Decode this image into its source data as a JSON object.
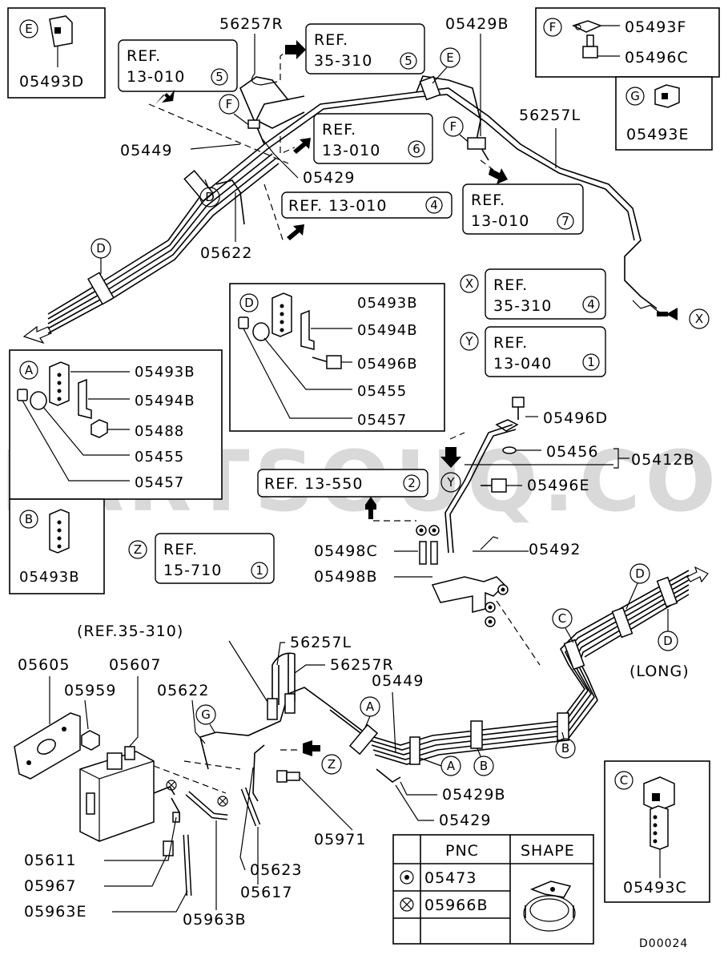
{
  "watermark": "PARTSOUQ.COM",
  "diagram_code": "D00024",
  "part_labels": {
    "l56257R": "56257R",
    "l05429B_top": "05429B",
    "l05493F": "05493F",
    "l05496C": "05496C",
    "l05493E": "05493E",
    "l56257L_top": "56257L",
    "l05493D": "05493D",
    "l05449_top": "05449",
    "l05429_top": "05429",
    "l05622_top": "05622",
    "l05493B_d": "05493B",
    "l05494B_d": "05494B",
    "l05496B": "05496B",
    "l05455_d": "05455",
    "l05457_d": "05457",
    "l05493B_a": "05493B",
    "l05494B_a": "05494B",
    "l05488": "05488",
    "l05455_a": "05455",
    "l05457_a": "05457",
    "l05493B_b": "05493B",
    "l05496D": "05496D",
    "l05456": "05456",
    "l05412B": "05412B",
    "l05496E": "05496E",
    "l05492": "05492",
    "l05498C": "05498C",
    "l05498B": "05498B",
    "l56257L_bot": "56257L",
    "l56257R_bot": "56257R",
    "l05449_bot": "05449",
    "l05605": "05605",
    "l05607": "05607",
    "l05959": "05959",
    "l05622_bot": "05622",
    "l05429B_bot": "05429B",
    "l05429_bot": "05429",
    "l05971": "05971",
    "l05611": "05611",
    "l05623": "05623",
    "l05967": "05967",
    "l05617": "05617",
    "l05963E": "05963E",
    "l05963B": "05963B",
    "l05493C": "05493C",
    "long": "(LONG)",
    "ref_35_310_paren": "(REF.35-310)"
  },
  "references": {
    "r13_010_5_l1": "REF.",
    "r13_010_5_l2": "13-010",
    "r13_010_5_n": "5",
    "r35_310_5_l1": "REF.",
    "r35_310_5_l2": "35-310",
    "r35_310_5_n": "5",
    "r13_010_6_l1": "REF.",
    "r13_010_6_l2": "13-010",
    "r13_010_6_n": "6",
    "r13_010_4_l1": "REF. 13-010",
    "r13_010_4_n": "4",
    "r13_010_7_l1": "REF.",
    "r13_010_7_l2": "13-010",
    "r13_010_7_n": "7",
    "r35_310_4_l1": "REF.",
    "r35_310_4_l2": "35-310",
    "r35_310_4_n": "4",
    "r13_040_1_l1": "REF.",
    "r13_040_1_l2": "13-040",
    "r13_040_1_n": "1",
    "r13_550_2_l1": "REF. 13-550",
    "r13_550_2_n": "2",
    "r15_710_1_l1": "REF.",
    "r15_710_1_l2": "15-710",
    "r15_710_1_n": "1"
  },
  "callout_letters": {
    "A": "A",
    "B": "B",
    "C": "C",
    "D": "D",
    "E": "E",
    "F": "F",
    "G": "G",
    "X": "X",
    "Y": "Y",
    "Z": "Z"
  },
  "legend": {
    "col_pnc": "PNC",
    "col_shape": "SHAPE",
    "rows": [
      {
        "symbol": "circle-dot",
        "pnc": "05473"
      },
      {
        "symbol": "circle-cross",
        "pnc": "05966B"
      }
    ]
  }
}
